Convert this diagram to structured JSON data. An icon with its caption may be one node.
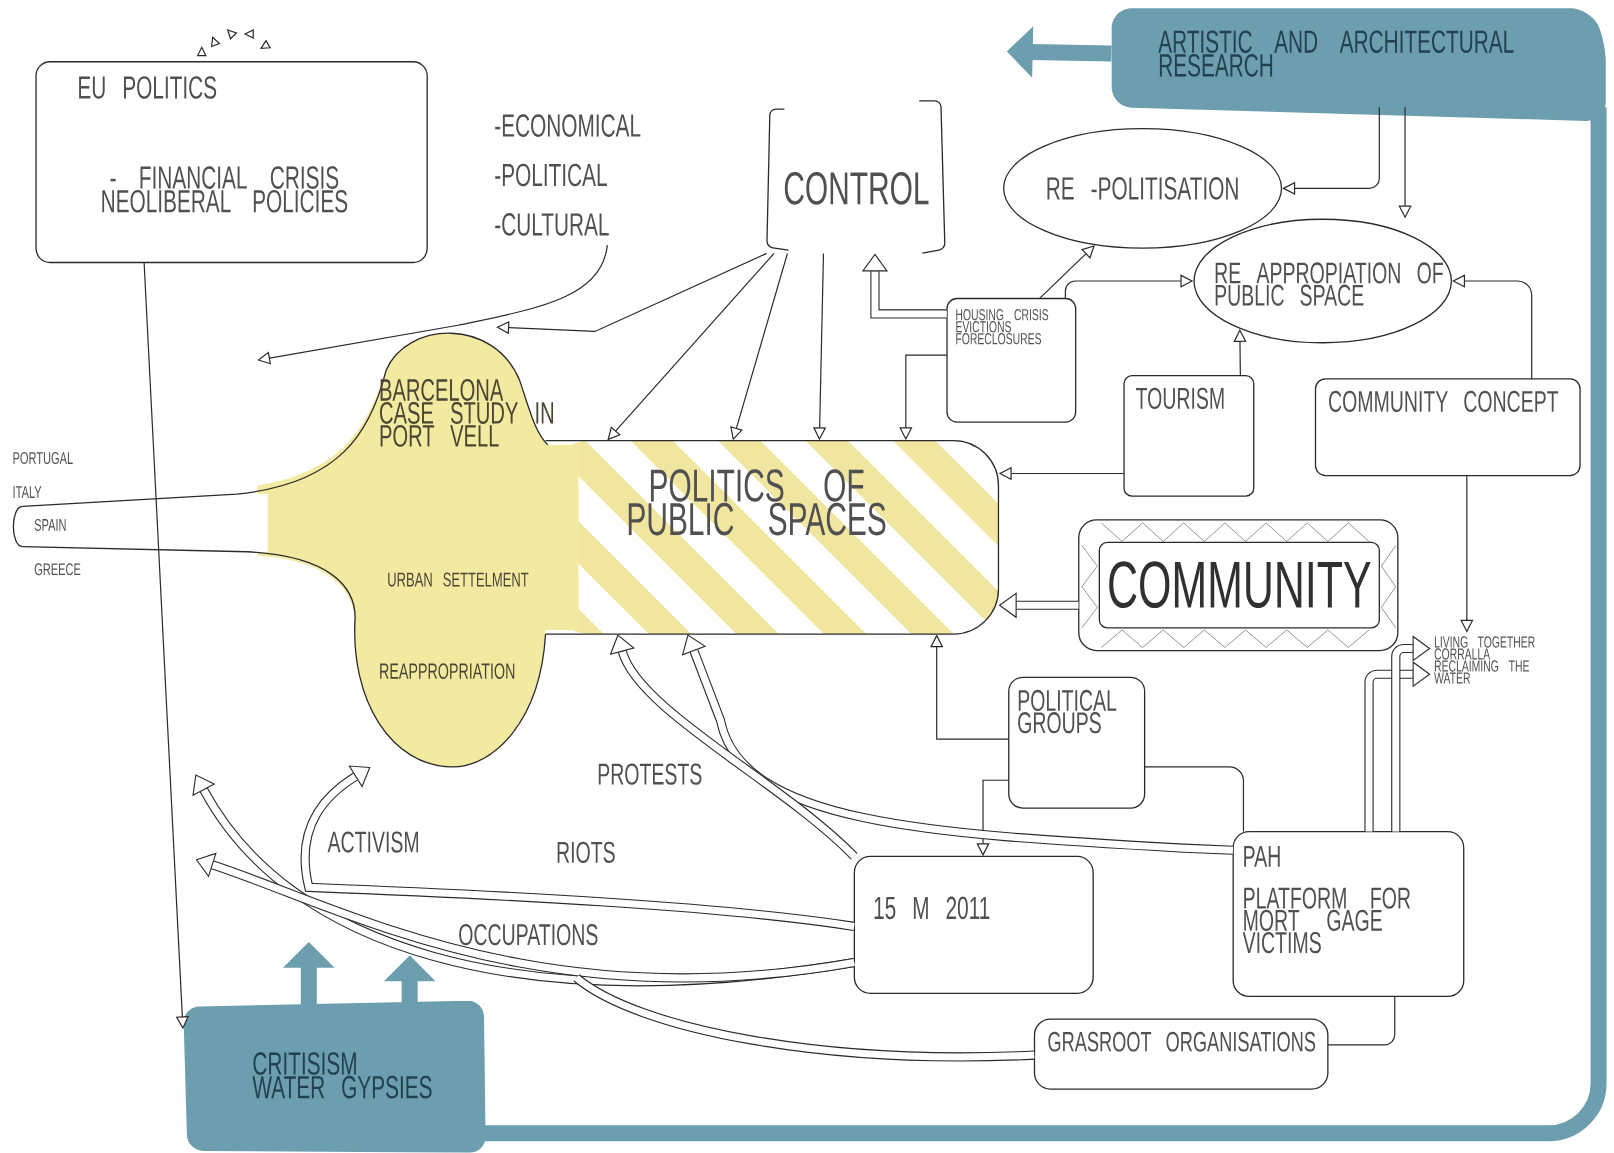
{
  "diagram": {
    "nodes": [
      {
        "text": [
          "EU POLITICS",
          "- FINANCIAL CRISIS NEOLIBERAL POLICIES"
        ]
      },
      {
        "text": [
          "-ECONOMICAL",
          "-POLITICAL",
          "-CULTURAL"
        ]
      },
      {
        "text": [
          "CONTROL"
        ]
      },
      {
        "text": [
          "RE -POLITISATION"
        ]
      },
      {
        "text": [
          "RE APPROPIATION OF PUBLIC SPACE"
        ]
      },
      {
        "text": [
          "ARTISTIC AND ARCHITECTURAL RESEARCH"
        ]
      },
      {
        "text": [
          "HOUSING CRISIS EVICTIONS FORECLOSURES"
        ]
      },
      {
        "text": [
          "TOURISM"
        ]
      },
      {
        "text": [
          "COMMUNITY CONCEPT"
        ]
      },
      {
        "text": [
          "BARCELONA CASE STUDY IN PORT VELL",
          "URBAN SETTELMENT",
          "REAPPROPRIATION"
        ]
      },
      {
        "text": [
          "POLITICS OF PUBLIC SPACES"
        ]
      },
      {
        "text": [
          "COMMUNITY"
        ]
      },
      {
        "text": [
          "LIVING TOGETHER CORRALLA RECLAIMING THE WATER"
        ]
      },
      {
        "text": [
          "POLITICAL GROUPS"
        ]
      },
      {
        "text": [
          "15 M 2011"
        ]
      },
      {
        "text": [
          "PAH",
          "PLATFORM FOR MORT GAGE VICTIMS"
        ]
      },
      {
        "text": [
          "GRASROOT ORGANISATIONS"
        ]
      },
      {
        "text": [
          "CRITISISM WATER GYPSIES"
        ]
      }
    ],
    "edges": [
      {
        "from": 0,
        "to": 17,
        "arrow": "to"
      },
      {
        "from": 1,
        "to": 9,
        "arrow": "to"
      },
      {
        "from": 2,
        "to": 9,
        "arrow": "to"
      },
      {
        "from": 2,
        "to": 10,
        "arrow": "to"
      },
      {
        "from": 2,
        "to": 10,
        "arrow": "to"
      },
      {
        "from": 2,
        "to": 10,
        "arrow": "to"
      },
      {
        "from": 6,
        "to": 2,
        "arrow": "to",
        "style": "thick"
      },
      {
        "from": 6,
        "to": 10,
        "arrow": "to"
      },
      {
        "from": 6,
        "to": 3,
        "arrow": "to"
      },
      {
        "from": 6,
        "to": 4,
        "arrow": "to"
      },
      {
        "from": 5,
        "to": 3,
        "arrow": "to"
      },
      {
        "from": 5,
        "to": 4,
        "arrow": "to"
      },
      {
        "from": 7,
        "to": 4,
        "arrow": "to"
      },
      {
        "from": 7,
        "to": 10,
        "arrow": "to"
      },
      {
        "from": 8,
        "to": 4,
        "arrow": "to"
      },
      {
        "from": 8,
        "to": 12,
        "arrow": "to"
      },
      {
        "from": 11,
        "to": 10,
        "arrow": "to",
        "style": "thick"
      },
      {
        "from": 13,
        "to": 10,
        "arrow": "to"
      },
      {
        "from": 13,
        "to": 14,
        "arrow": "to"
      },
      {
        "from": 13,
        "to": 15,
        "arrow": "none"
      },
      {
        "from": 15,
        "to": 12,
        "arrow": "to",
        "style": "thick"
      },
      {
        "from": 15,
        "to": 12,
        "arrow": "to",
        "style": "thick"
      },
      {
        "from": 15,
        "to": 10,
        "arrow": "to",
        "style": "thick"
      },
      {
        "from": 14,
        "to": 9,
        "arrow": "to",
        "style": "thick"
      },
      {
        "from": 14,
        "to": 10,
        "arrow": "to",
        "style": "thick"
      },
      {
        "from": 14,
        "to": 9,
        "arrow": "to",
        "style": "thick"
      },
      {
        "from": 14,
        "to": null,
        "arrow": "to",
        "style": "thick"
      },
      {
        "from": 16,
        "to": null,
        "arrow": "none",
        "style": "thick"
      },
      {
        "from": 16,
        "to": 15,
        "arrow": "none"
      },
      {
        "from": 5,
        "to": null,
        "arrow": "to",
        "style": "thick",
        "color": "#6c9eb0"
      },
      {
        "from": 17,
        "to": null,
        "arrow": "to",
        "style": "thick",
        "color": "#6c9eb0"
      },
      {
        "from": 17,
        "to": null,
        "arrow": "to",
        "style": "thick",
        "color": "#6c9eb0"
      },
      {
        "from": 5,
        "to": 17,
        "arrow": "none",
        "style": "thick",
        "color": "#6c9eb0"
      }
    ],
    "labels": [
      "PORTUGAL",
      "ITALY",
      "SPAIN",
      "GREECE",
      "ACTIVISM",
      "PROTESTS",
      "RIOTS",
      "OCCUPATIONS"
    ]
  }
}
